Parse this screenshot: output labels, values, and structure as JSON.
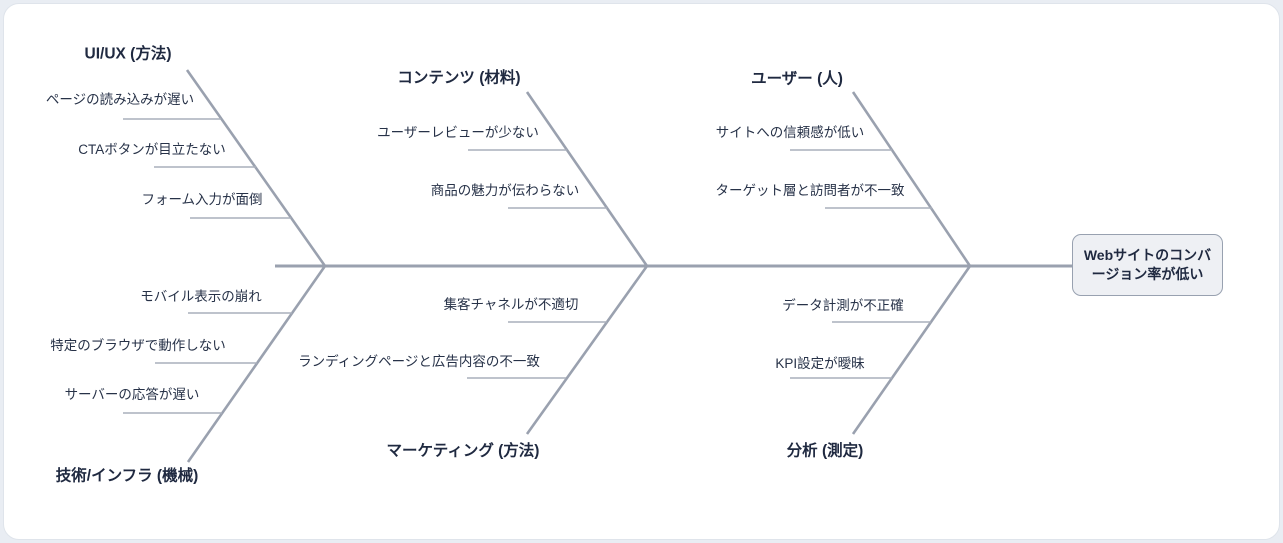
{
  "diagram": {
    "type": "fishbone",
    "head": {
      "problem": "Webサイトのコンバージョン率が低い"
    },
    "branches": [
      {
        "label": "UI/UX (方法)",
        "position": "top-left",
        "causes": [
          "ページの読み込みが遅い",
          "CTAボタンが目立たない",
          "フォーム入力が面倒"
        ]
      },
      {
        "label": "コンテンツ (材料)",
        "position": "top-middle",
        "causes": [
          "ユーザーレビューが少ない",
          "商品の魅力が伝わらない"
        ]
      },
      {
        "label": "ユーザー (人)",
        "position": "top-right",
        "causes": [
          "サイトへの信頼感が低い",
          "ターゲット層と訪問者が不一致"
        ]
      },
      {
        "label": "技術/インフラ (機械)",
        "position": "bottom-left",
        "causes": [
          "モバイル表示の崩れ",
          "特定のブラウザで動作しない",
          "サーバーの応答が遅い"
        ]
      },
      {
        "label": "マーケティング (方法)",
        "position": "bottom-middle",
        "causes": [
          "集客チャネルが不適切",
          "ランディングページと広告内容の不一致"
        ]
      },
      {
        "label": "分析 (測定)",
        "position": "bottom-right",
        "causes": [
          "データ計測が不正確",
          "KPI設定が曖昧"
        ]
      }
    ]
  },
  "colors": {
    "line": "#9aa1af",
    "underline": "#a9afbb",
    "text": "#273248",
    "text_strong": "#1f2940",
    "head_fill": "#eef0f4",
    "head_border": "#98a1b0",
    "page_bg": "#e9edf3",
    "card_bg": "#ffffff",
    "card_border": "#dfe4eb"
  }
}
